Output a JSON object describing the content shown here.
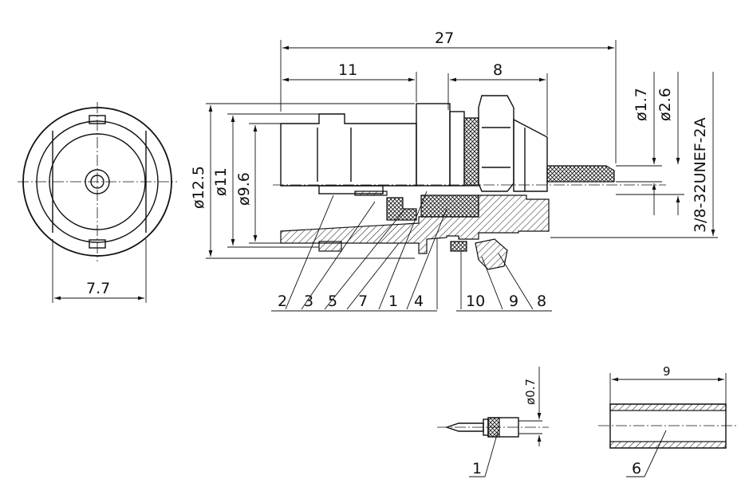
{
  "dimensions": {
    "overall_length": "27",
    "body_length": "11",
    "nut_length": "8",
    "flat_width": "7.7",
    "outer_diameter": "ø12.5",
    "diameter_11": "ø11",
    "diameter_9_6": "ø9.6",
    "pin_diameter": "ø1.7",
    "pin_shoulder_diameter": "ø2.6",
    "thread": "3/8-32UNEF-2A",
    "contact_wire_diameter": "ø0.7",
    "sleeve_length": "9"
  },
  "part_labels": {
    "main": [
      "2",
      "3",
      "5",
      "7",
      "1",
      "4",
      "10",
      "9",
      "8"
    ],
    "contact_detail": "1",
    "sleeve_detail": "6"
  }
}
